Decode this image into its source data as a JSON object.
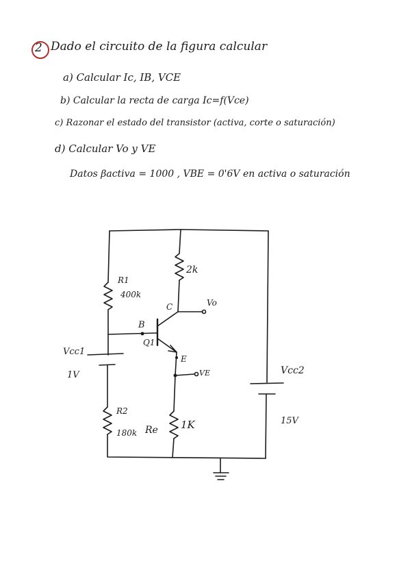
{
  "problem": {
    "number": "2",
    "intro": "Dado el circuito de la figura calcular",
    "item_a": "a) Calcular Ic, IB, VCE",
    "item_b": "b) Calcular la recta de carga Ic=f(Vce)",
    "item_c": "c) Razonar el estado del transistor (activa, corte o saturación)",
    "item_d": "d) Calcular Vo y VE",
    "data_line": "Datos βactiva = 1000 , VBE = 0'6V en activa o saturación"
  },
  "circuit": {
    "r_top_value": "2k",
    "r1_name": "R1",
    "r1_value": "400k",
    "node_b": "B",
    "node_c": "C",
    "vo_label": "Vo",
    "q_label": "Q1",
    "node_e": "E",
    "ve_label": "VE",
    "vcc1_name": "Vcc1",
    "vcc1_value": "1V",
    "vcc2_name": "Vcc2",
    "vcc2_value": "15V",
    "r2_name": "R2",
    "r2_value": "180k",
    "re_name": "Re",
    "re_value": "1K"
  },
  "colors": {
    "ink": "#1b1b1b",
    "circle": "#b0302a"
  }
}
